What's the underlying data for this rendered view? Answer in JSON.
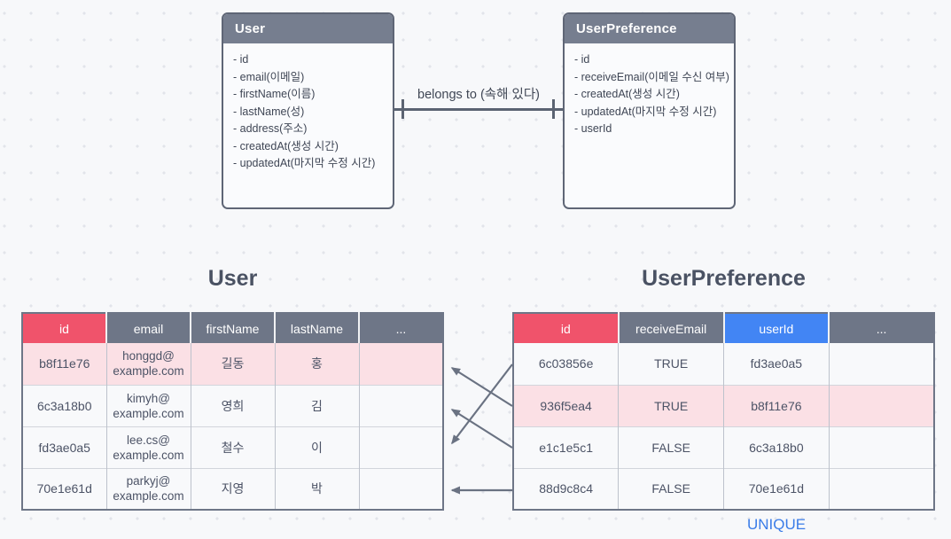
{
  "er_diagram": {
    "field_prefix": "- ",
    "user": {
      "title": "User",
      "fields": [
        "id",
        "email(이메일)",
        "firstName(이름)",
        "lastName(성)",
        "address(주소)",
        "createdAt(생성 시간)",
        "updatedAt(마지막 수정 시간)"
      ]
    },
    "user_preference": {
      "title": "UserPreference",
      "fields": [
        "id",
        "receiveEmail(이메일 수신 여부)",
        "createdAt(생성 시간)",
        "updatedAt(마지막 수정 시간)",
        "userId"
      ]
    },
    "relationship_label": "belongs to (속해 있다)"
  },
  "user_table": {
    "title": "User",
    "headers": [
      "id",
      "email",
      "firstName",
      "lastName",
      "..."
    ],
    "rows": [
      {
        "id": "b8f11e76",
        "email_line1": "honggd@",
        "email_line2": "example.com",
        "firstName": "길동",
        "lastName": "홍",
        "more": "",
        "highlighted": true
      },
      {
        "id": "6c3a18b0",
        "email_line1": "kimyh@",
        "email_line2": "example.com",
        "firstName": "영희",
        "lastName": "김",
        "more": "",
        "highlighted": false
      },
      {
        "id": "fd3ae0a5",
        "email_line1": "lee.cs@",
        "email_line2": "example.com",
        "firstName": "철수",
        "lastName": "이",
        "more": "",
        "highlighted": false
      },
      {
        "id": "70e1e61d",
        "email_line1": "parkyj@",
        "email_line2": "example.com",
        "firstName": "지영",
        "lastName": "박",
        "more": "",
        "highlighted": false
      }
    ]
  },
  "preference_table": {
    "title": "UserPreference",
    "headers": [
      "id",
      "receiveEmail",
      "userId",
      "..."
    ],
    "rows": [
      {
        "id": "6c03856e",
        "receiveEmail": "TRUE",
        "userId": "fd3ae0a5",
        "more": "",
        "highlighted": false
      },
      {
        "id": "936f5ea4",
        "receiveEmail": "TRUE",
        "userId": "b8f11e76",
        "more": "",
        "highlighted": true
      },
      {
        "id": "e1c1e5c1",
        "receiveEmail": "FALSE",
        "userId": "6c3a18b0",
        "more": "",
        "highlighted": false
      },
      {
        "id": "88d9c8c4",
        "receiveEmail": "FALSE",
        "userId": "70e1e61d",
        "more": "",
        "highlighted": false
      }
    ],
    "unique_label": "UNIQUE"
  },
  "arrows": [
    {
      "from_preference_id": "6c03856e",
      "to_user_id": "fd3ae0a5"
    },
    {
      "from_preference_id": "936f5ea4",
      "to_user_id": "b8f11e76"
    },
    {
      "from_preference_id": "e1c1e5c1",
      "to_user_id": "6c3a18b0"
    },
    {
      "from_preference_id": "88d9c8c4",
      "to_user_id": "70e1e61d"
    }
  ],
  "colors": {
    "accent_red": "#F0536B",
    "accent_blue": "#4285F4",
    "header_gray": "#6E7687",
    "highlight_pink": "#FBE0E5",
    "unique_blue": "#3A7CE8",
    "arrow_gray": "#6A7282",
    "background": "#F7F8FA"
  }
}
